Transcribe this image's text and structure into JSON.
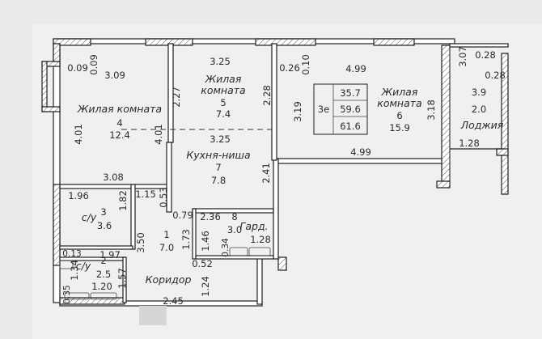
{
  "rooms": {
    "r4": {
      "name": "Жилая комната",
      "number": "4",
      "area": "12.4"
    },
    "r5": {
      "name_line1": "Жилая",
      "name_line2": "комната",
      "number": "5",
      "area": "7.4"
    },
    "r7": {
      "name": "Кухня-ниша",
      "number": "7",
      "area": "7.8"
    },
    "r6": {
      "name_line1": "Жилая",
      "name_line2": "комната",
      "number": "6",
      "area": "15.9"
    },
    "r3": {
      "name": "с/у",
      "number": "3",
      "area": "3.6"
    },
    "r2": {
      "name": "с/у",
      "number": "2",
      "area": "2.5"
    },
    "r1": {
      "number": "1",
      "area": "7.0"
    },
    "r8": {
      "name": "Гард.",
      "number": "8",
      "area": "3.0"
    },
    "loggia": {
      "name": "Лоджия",
      "top": "3.9",
      "bottom": "2.0"
    },
    "corridor": {
      "name": "Коридор"
    }
  },
  "summary": {
    "label": "3е",
    "living": "35.7",
    "total": "59.6",
    "with_loggia": "61.6"
  },
  "dims": {
    "d0_09a": "0.09",
    "d0_09b": "0.09",
    "d3_09": "3.09",
    "d3_25top": "3.25",
    "d0_26": "0.26",
    "d0_10": "0.10",
    "d4_99top": "4.99",
    "d3_07": "3.07",
    "d0_28a": "0.28",
    "d0_28b": "0.28",
    "d2_27": "2.27",
    "d2_28": "2.28",
    "d3_19": "3.19",
    "d3_18": "3.18",
    "d4_01a": "4.01",
    "d4_01b": "4.01",
    "d3_25mid": "3.25",
    "d4_99mid": "4.99",
    "d1_28loggia": "1.28",
    "d2_41": "2.41",
    "d3_08": "3.08",
    "d1_96": "1.96",
    "d1_82": "1.82",
    "d1_15": "1.15",
    "d0_53": "0.53",
    "d0_79": "0.79",
    "d2_36": "2.36",
    "d3_50": "3.50",
    "d1_73": "1.73",
    "d1_46": "1.46",
    "d1_28gard": "1.28",
    "d0_34": "0.34",
    "d0_13": "0.13",
    "d1_97": "1.97",
    "d1_34": "1.34",
    "d1_57": "1.57",
    "d0_52": "0.52",
    "d1_24": "1.24",
    "d0_35": "0.35",
    "d1_20": "1.20",
    "d2_45": "2.45"
  }
}
